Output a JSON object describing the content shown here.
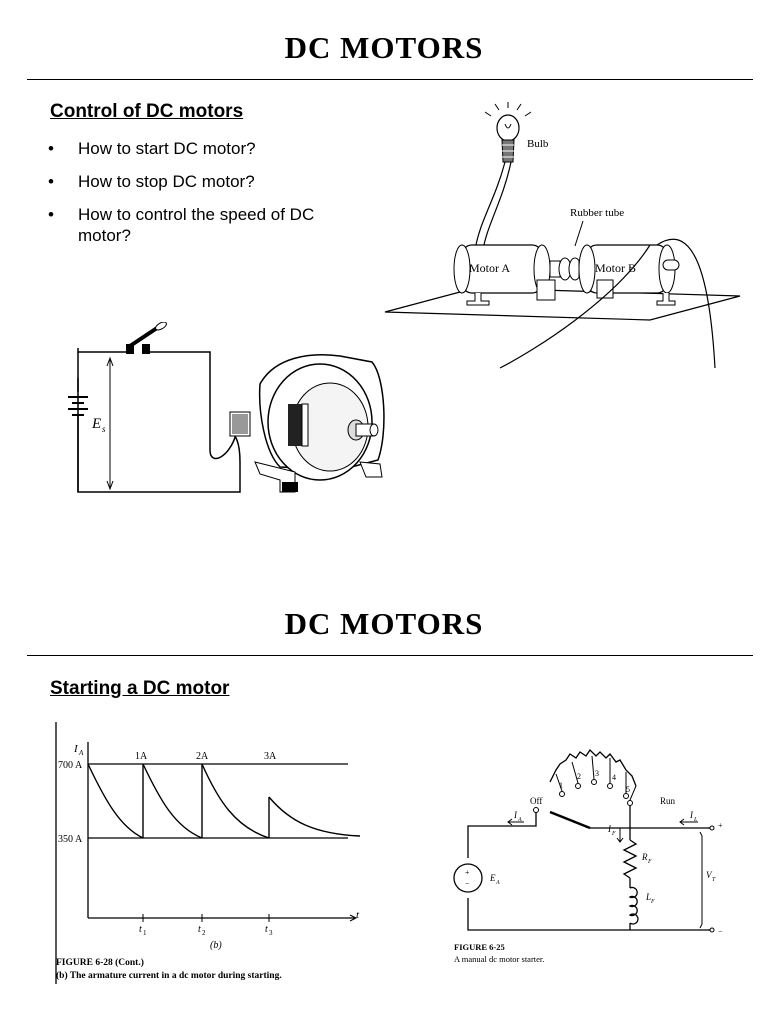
{
  "slide1": {
    "title": "DC MOTORS",
    "subheading": "Control of DC motors",
    "bullets": [
      {
        "symbol": "•",
        "text": "How to start DC motor?"
      },
      {
        "symbol": "•",
        "text": "How to stop DC motor?"
      },
      {
        "symbol": "•",
        "text": "How to control the speed of DC motor?"
      }
    ],
    "motor_figure": {
      "bulb_label": "Bulb",
      "rubber_tube_label": "Rubber tube",
      "motor_a_label": "Motor A",
      "motor_b_label": "Motor B"
    },
    "switch_figure": {
      "source_label": "E",
      "source_subscript": "s"
    }
  },
  "slide2": {
    "title": "DC MOTORS",
    "subheading": "Starting a DC motor",
    "current_figure": {
      "y_axis_symbol": "I",
      "y_axis_subscript": "A",
      "x_axis_symbol": "t",
      "ytick_high": "700 A",
      "ytick_low": "350 A",
      "step_labels": [
        "1A",
        "2A",
        "3A"
      ],
      "time_labels": [
        {
          "symbol": "t",
          "sub": "1"
        },
        {
          "symbol": "t",
          "sub": "2"
        },
        {
          "symbol": "t",
          "sub": "3"
        }
      ],
      "part_label": "(b)",
      "caption_line1": "FIGURE 6-28 (Cont.)",
      "caption_line2": "(b) The armature current in a dc motor during starting."
    },
    "starter_figure": {
      "off_label": "Off",
      "run_label": "Run",
      "contacts": [
        "1",
        "2",
        "3",
        "4",
        "5"
      ],
      "ia_label": "I",
      "ia_sub": "A",
      "il_label": "I",
      "il_sub": "L",
      "if_label": "I",
      "if_sub": "F",
      "rf_label": "R",
      "rf_sub": "F",
      "lf_label": "L",
      "lf_sub": "F",
      "ea_label": "E",
      "ea_sub": "A",
      "vt_label": "V",
      "vt_sub": "T",
      "plus_sign": "+",
      "minus_sign": "−",
      "caption_line1": "FIGURE 6-25",
      "caption_line2": "A manual dc motor starter."
    }
  }
}
